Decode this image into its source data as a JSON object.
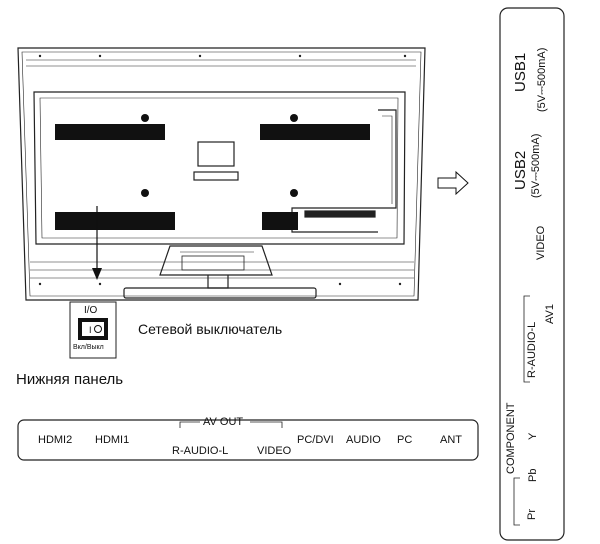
{
  "switch": {
    "io_label": "I/O",
    "on_off_label": "Вкл/Выкл",
    "caption": "Сетевой выключатель"
  },
  "bottom_panel": {
    "title": "Нижняя панель",
    "av_out_label": "AV OUT",
    "ports": [
      "HDMI2",
      "HDMI1",
      "R-AUDIO-L",
      "VIDEO",
      "PC/DVI",
      "AUDIO",
      "PC",
      "ANT"
    ]
  },
  "side_panel": {
    "usb1": {
      "label": "USB1",
      "spec": "(5V⎓500mA)"
    },
    "usb2": {
      "label": "USB2",
      "spec": "(5V⎓500mA)"
    },
    "video": "VIDEO",
    "audio": "R-AUDIO-L",
    "av1": "AV1",
    "component": "COMPONENT",
    "comp_ports": [
      "Y",
      "Pb",
      "Pr"
    ]
  },
  "icons": [
    "arrow-right-icon",
    "arrow-down-icon"
  ]
}
